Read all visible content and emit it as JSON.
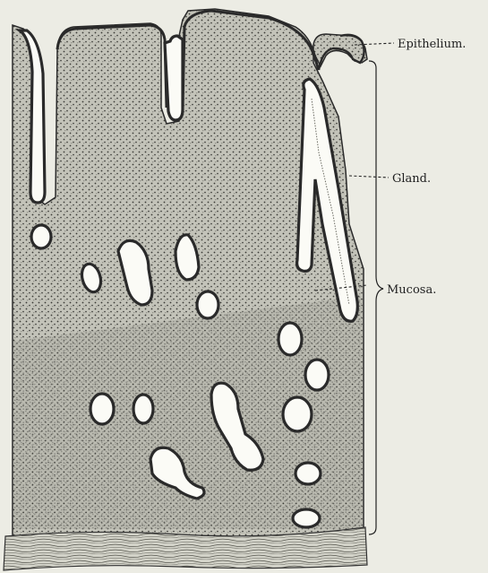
{
  "labels": {
    "epithelium": "Epithelium.",
    "gland": "Gland.",
    "mucosa": "Mucosa."
  },
  "colors": {
    "background": "#ecece4",
    "tissue": "#bdbdb3",
    "stipple": "#3a3a36",
    "lumen": "#fbfbf6",
    "outline": "#2a2a2a"
  }
}
